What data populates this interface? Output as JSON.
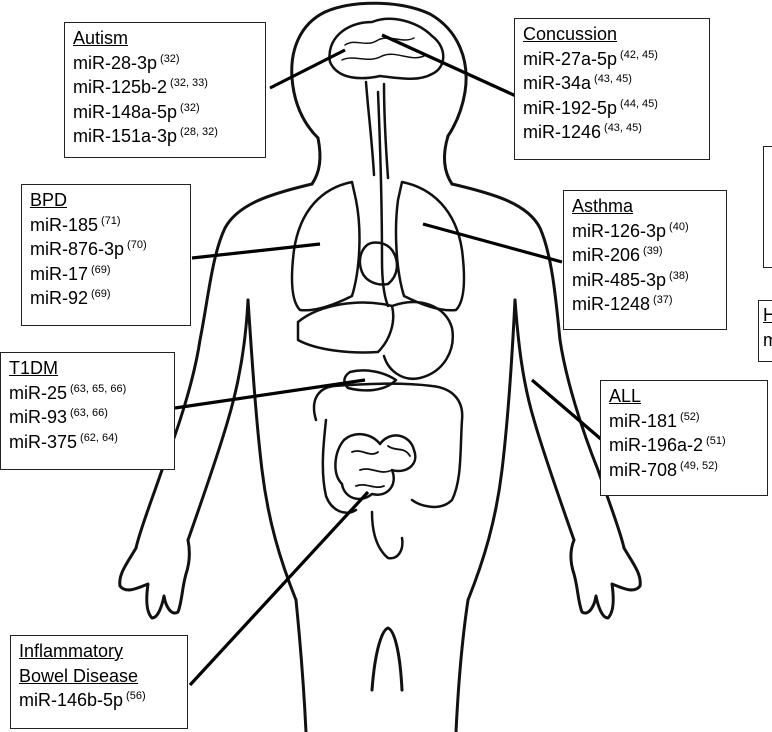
{
  "diseases": {
    "autism": {
      "title": "Autism",
      "items": [
        {
          "mirna": "miR-28-3p",
          "refs": "(32)"
        },
        {
          "mirna": "miR-125b-2",
          "refs": "(32, 33)"
        },
        {
          "mirna": "miR-148a-5p",
          "refs": "(32)"
        },
        {
          "mirna": "miR-151a-3p",
          "refs": "(28, 32)"
        }
      ]
    },
    "concussion": {
      "title": "Concussion",
      "items": [
        {
          "mirna": "miR-27a-5p",
          "refs": "(42, 45)"
        },
        {
          "mirna": "miR-34a",
          "refs": "(43, 45)"
        },
        {
          "mirna": "miR-192-5p",
          "refs": "(44, 45)"
        },
        {
          "mirna": "miR-1246",
          "refs": "(43, 45)"
        }
      ]
    },
    "bpd": {
      "title": "BPD",
      "items": [
        {
          "mirna": "miR-185",
          "refs": "(71)"
        },
        {
          "mirna": "miR-876-3p",
          "refs": "(70)"
        },
        {
          "mirna": "miR-17",
          "refs": "(69)"
        },
        {
          "mirna": "miR-92",
          "refs": "(69)"
        }
      ]
    },
    "asthma": {
      "title": "Asthma",
      "items": [
        {
          "mirna": "miR-126-3p",
          "refs": "(40)"
        },
        {
          "mirna": "miR-206",
          "refs": "(39)"
        },
        {
          "mirna": "miR-485-3p",
          "refs": "(38)"
        },
        {
          "mirna": "miR-1248",
          "refs": "(37)"
        }
      ]
    },
    "t1dm": {
      "title": "T1DM",
      "items": [
        {
          "mirna": "miR-25",
          "refs": "(63, 65, 66)"
        },
        {
          "mirna": "miR-93",
          "refs": "(63, 66)"
        },
        {
          "mirna": "miR-375",
          "refs": "(62, 64)"
        }
      ]
    },
    "all": {
      "title": "ALL",
      "items": [
        {
          "mirna": "miR-181",
          "refs": "(52)"
        },
        {
          "mirna": "miR-196a-2",
          "refs": "(51)"
        },
        {
          "mirna": "miR-708",
          "refs": "(49, 52)"
        }
      ]
    },
    "ibd": {
      "title_line1": "Inflammatory",
      "title_line2": "Bowel Disease",
      "items": [
        {
          "mirna": "miR-146b-5p",
          "refs": "(56)"
        }
      ]
    },
    "partial": {
      "letter_h": "H",
      "letter_m": "m"
    }
  }
}
